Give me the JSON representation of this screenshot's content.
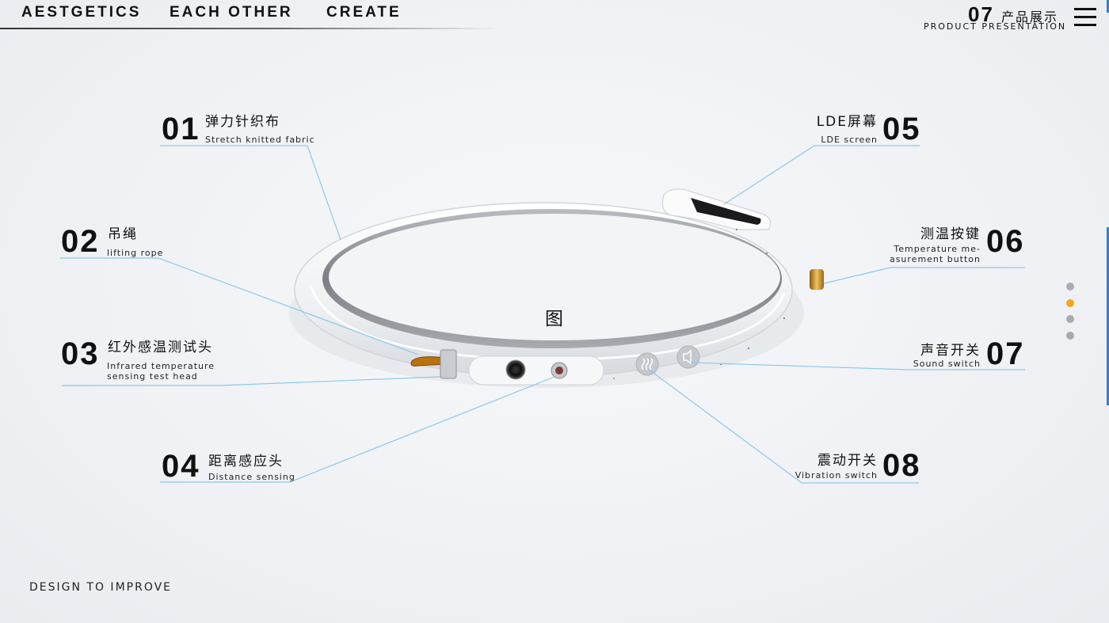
{
  "nav": {
    "items": [
      "AESTGETICS",
      "EACH OTHER",
      "CREATE"
    ]
  },
  "header": {
    "page_number": "07",
    "title_cn": "产品展示",
    "title_en": "PRODUCT PRESENTATION"
  },
  "image_placeholder": "图",
  "callouts": [
    {
      "num": "01",
      "cn": "弹力针织布",
      "en": "Stretch knitted fabric"
    },
    {
      "num": "02",
      "cn": "吊绳",
      "en": "lifting rope"
    },
    {
      "num": "03",
      "cn": "红外感温测试头",
      "en": "Infrared temperature\nsensing test head"
    },
    {
      "num": "04",
      "cn": "距离感应头",
      "en": "Distance sensing"
    },
    {
      "num": "05",
      "cn": "LDE屏幕",
      "en": "LDE screen"
    },
    {
      "num": "06",
      "cn": "测温按键",
      "en": "Temperature me-\nasurement button"
    },
    {
      "num": "07",
      "cn": "声音开关",
      "en": "Sound switch"
    },
    {
      "num": "08",
      "cn": "震动开关",
      "en": "Vibration switch"
    }
  ],
  "pagination": {
    "count": 4,
    "active": 1
  },
  "footer": {
    "text": "DESIGN TO IMPROVE"
  },
  "colors": {
    "accent": "#f0a81a",
    "leader_line": "#8ec8e8",
    "edge_bar": "#2f7fd6"
  }
}
